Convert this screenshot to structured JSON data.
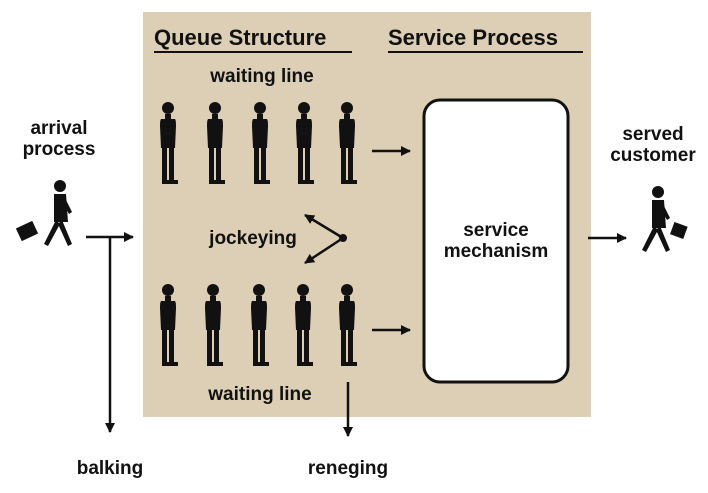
{
  "headings": {
    "queue_structure": "Queue Structure",
    "service_process": "Service Process"
  },
  "labels": {
    "waiting_line_top": "waiting line",
    "waiting_line_bottom": "waiting line",
    "jockeying": "jockeying",
    "service_mechanism_1": "service",
    "service_mechanism_2": "mechanism",
    "arrival_1": "arrival",
    "arrival_2": "process",
    "served_1": "served",
    "served_2": "customer",
    "balking": "balking",
    "reneging": "reneging"
  },
  "colors": {
    "panel": "#dccfb6",
    "ink": "#111111",
    "box": "#ffffff"
  }
}
